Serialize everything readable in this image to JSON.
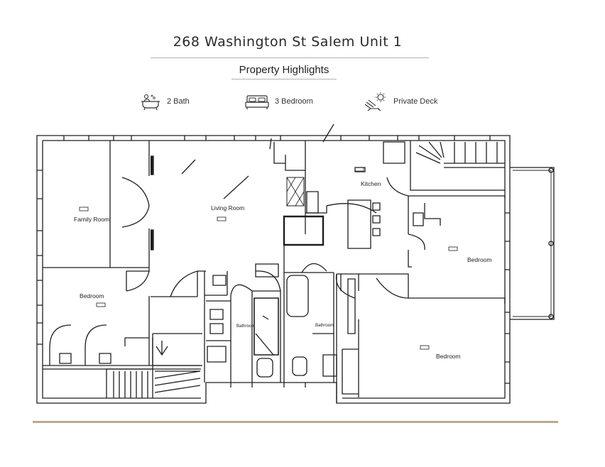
{
  "header": {
    "title": "268 Washington St Salem Unit 1",
    "subtitle": "Property Highlights"
  },
  "highlights": [
    {
      "icon": "bathtub-icon",
      "label": "2  Bath"
    },
    {
      "icon": "bed-icon",
      "label": "3  Bedroom"
    },
    {
      "icon": "deck-chair-sun-icon",
      "label": "Private Deck"
    }
  ],
  "rooms": {
    "family_room": "Family Room",
    "living_room": "Living Room",
    "kitchen": "Kitchen",
    "bedroom_left": "Bedroom",
    "bedroom_right_upper": "Bedroom",
    "bedroom_right_lower": "Bedroom",
    "bathroom_1": "Bathroom",
    "bathroom_2": "Bathroom"
  },
  "colors": {
    "accent_bar": "#b9a98f",
    "rule": "#b9b2a7",
    "wall": "#1e1e1e"
  }
}
